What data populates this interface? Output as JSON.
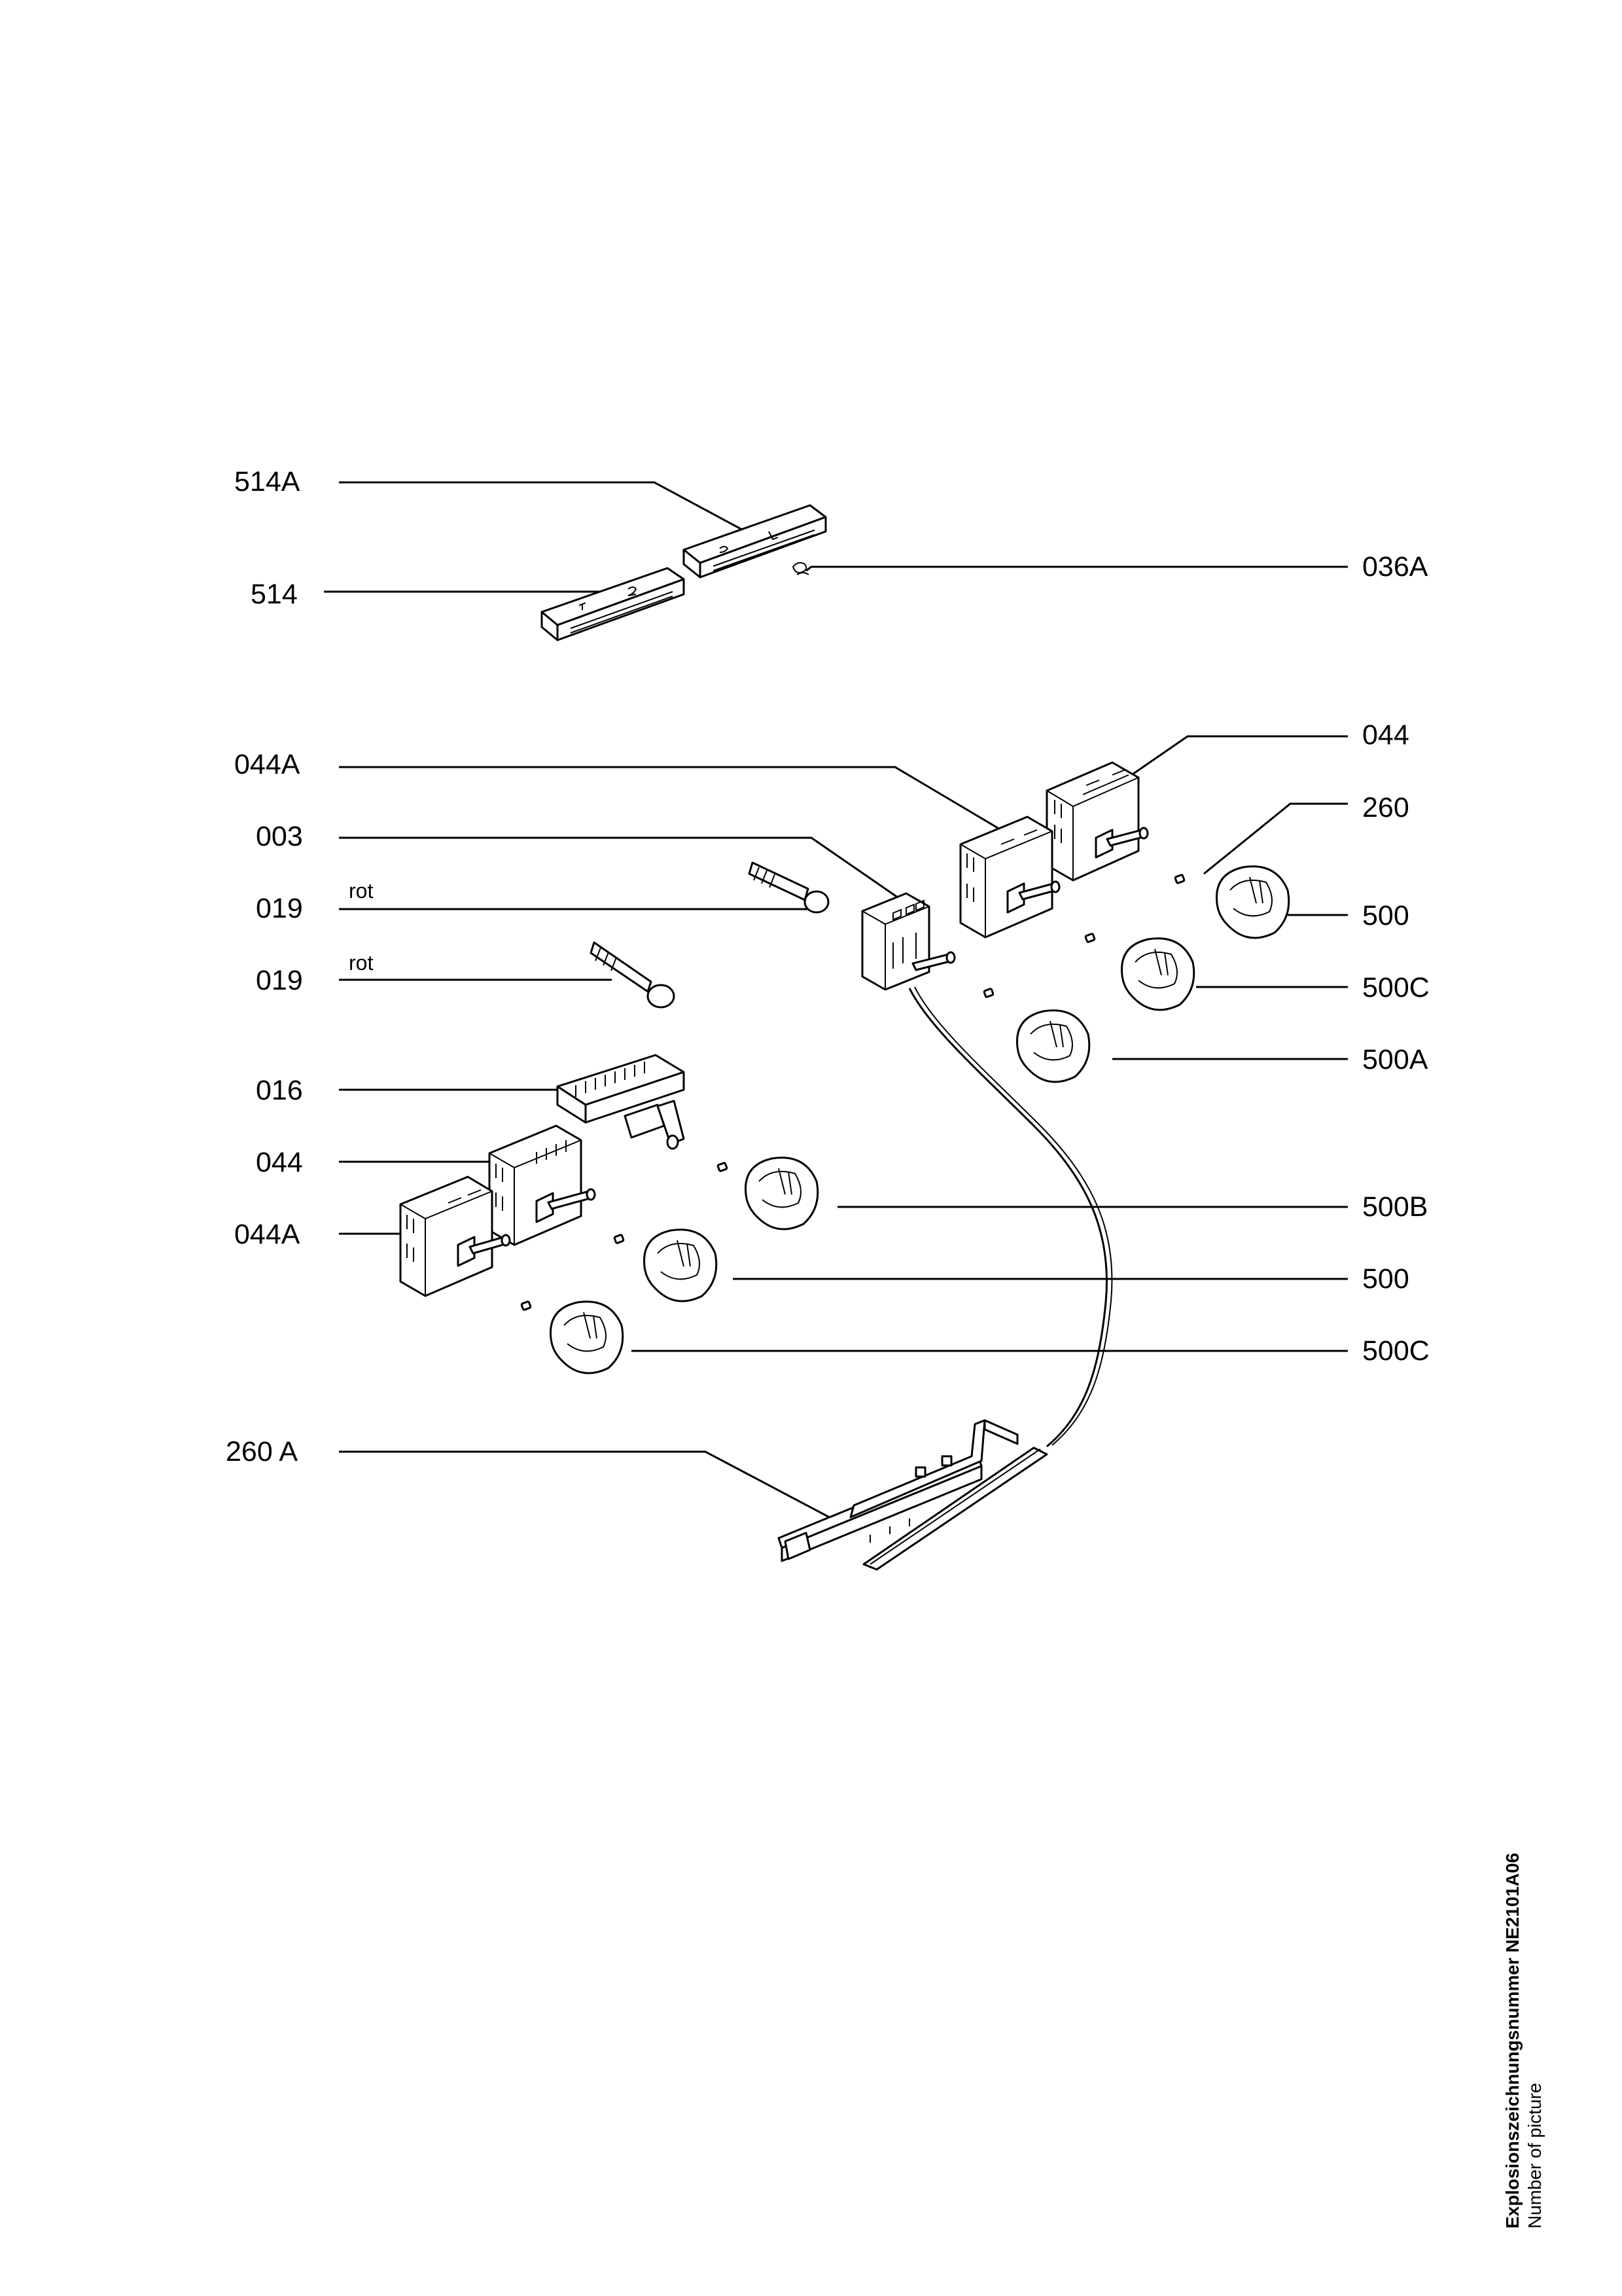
{
  "callouts": {
    "c514A": "514A",
    "c514": "514",
    "c036A": "036A",
    "c044A_top": "044A",
    "c044_top": "044",
    "c003": "003",
    "c260": "260",
    "c019_a": "019",
    "c019_b": "019",
    "c500_top": "500",
    "c500C_top": "500C",
    "c500A": "500A",
    "c016": "016",
    "c044_bottom": "044",
    "c044A_bottom": "044A",
    "c500B": "500B",
    "c500_bottom": "500",
    "c500C_bottom": "500C",
    "c260A": "260 A"
  },
  "notes": {
    "rot_a": "rot",
    "rot_b": "rot"
  },
  "footer": {
    "drawing_number_label": "Explosionszeichnungsnummer NE2101A06",
    "picture_label": "Number of picture"
  }
}
